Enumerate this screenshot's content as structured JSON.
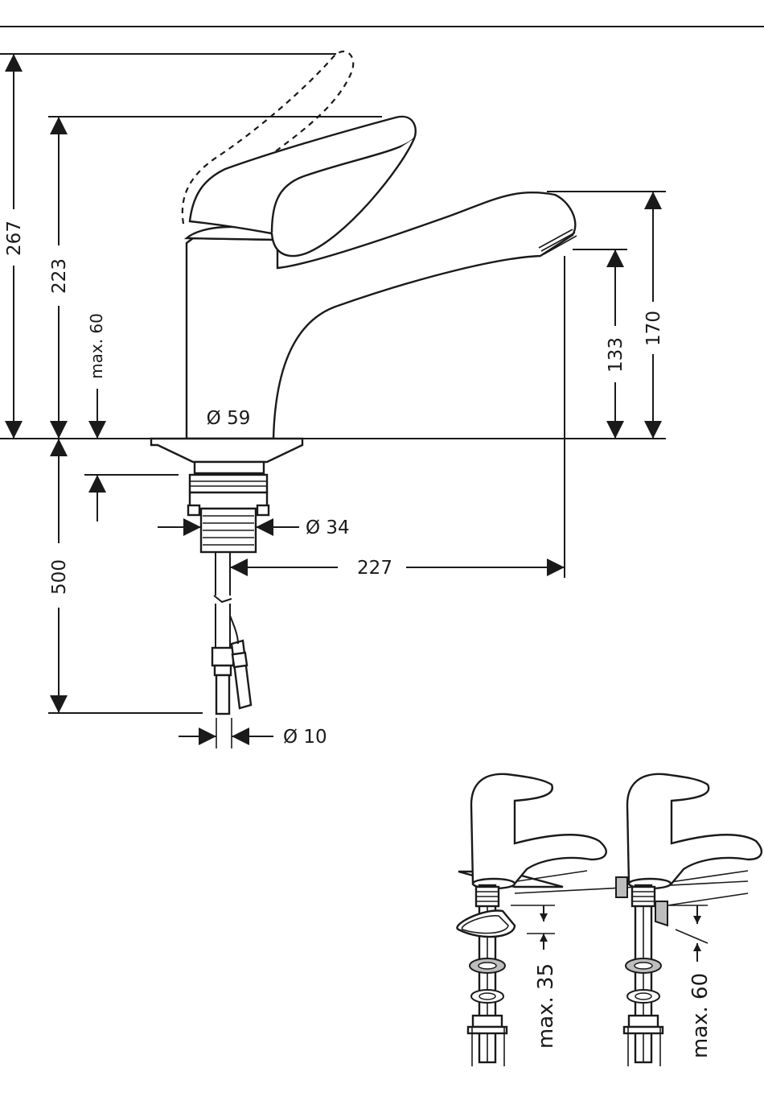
{
  "dimensions": {
    "total_height": "267",
    "handle_height": "223",
    "max_counter": "max. 60",
    "base_diameter": "Ø 59",
    "spout_tip_height": "170",
    "outlet_height": "133",
    "shank_diameter": "Ø 34",
    "spout_reach": "227",
    "hose_length": "500",
    "hose_diameter": "Ø 10"
  },
  "installation": {
    "left_max": "max. 35",
    "right_max": "max. 60"
  },
  "colors": {
    "line": "#1a1a1a",
    "background": "#ffffff",
    "fill_grey": "#bdbdbd"
  }
}
